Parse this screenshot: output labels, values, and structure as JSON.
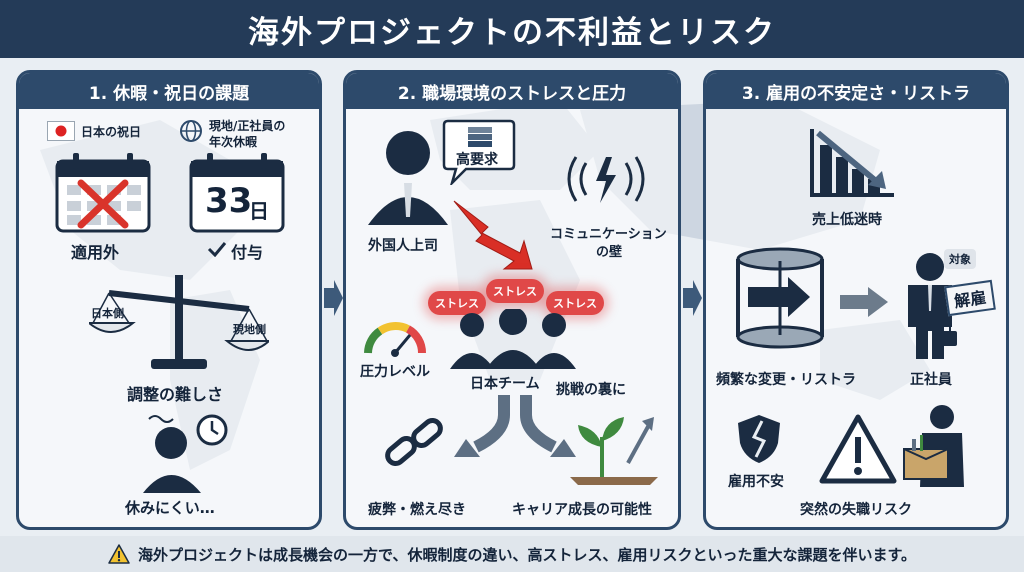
{
  "title": "海外プロジェクトの不利益とリスク",
  "panels": [
    {
      "heading": "1. 休暇・祝日の課題",
      "japan_holiday_label": "日本の祝日",
      "local_leave_label_line1": "現地/正社員の",
      "local_leave_label_line2": "年次休暇",
      "not_applicable_label": "適用外",
      "leave_days_number": "33",
      "leave_days_unit": "日",
      "granted_label": "付与",
      "scale_left_label": "日本側",
      "scale_right_label": "現地側",
      "adjustment_label": "調整の難しさ",
      "hard_to_rest_label": "休みにくい…"
    },
    {
      "heading": "2. 職場環境のストレスと圧力",
      "high_demand_label": "高要求",
      "boss_label": "外国人上司",
      "communication_line1": "コミュニケーション",
      "communication_line2": "の壁",
      "stress_tags": [
        "ストレス",
        "ストレス",
        "ストレス"
      ],
      "pressure_label": "圧力レベル",
      "team_label": "日本チーム",
      "challenge_label": "挑戦の裏に",
      "burnout_label": "疲弊・燃え尽き",
      "career_label": "キャリア成長の可能性"
    },
    {
      "heading": "3. 雇用の不安定さ・リストラ",
      "sales_label": "売上低迷時",
      "target_tag": "対象",
      "dismissal_sign": "解雇",
      "restructure_label": "頻繁な変更・リストラ",
      "employee_label": "正社員",
      "insecurity_label": "雇用不安",
      "job_loss_label": "突然の失職リスク"
    }
  ],
  "footer_text": "海外プロジェクトは成長機会の一方で、休暇制度の違い、高ストレス、雇用リスクといった重大な課題を伴います。",
  "icons": [
    "japan-flag-icon",
    "globe-icon",
    "calendar-x-icon",
    "calendar-33-icon",
    "checkmark-icon",
    "balance-scale-icon",
    "stressed-person-icon",
    "clock-icon",
    "boss-icon",
    "money-stack-icon",
    "lightning-arrow-icon",
    "signal-waves-icon",
    "pressure-gauge-icon",
    "team-icon",
    "broken-chain-icon",
    "sprout-icon",
    "declining-chart-icon",
    "revolving-door-icon",
    "employee-icon",
    "briefcase-icon",
    "broken-shield-icon",
    "warning-triangle-icon",
    "box-carrier-icon"
  ],
  "colors": {
    "navy": "#243b58",
    "panel_border": "#2d4a6b",
    "alert_red": "#e04848",
    "warning_yellow": "#f2c230",
    "growth_green": "#3f8a3f"
  }
}
